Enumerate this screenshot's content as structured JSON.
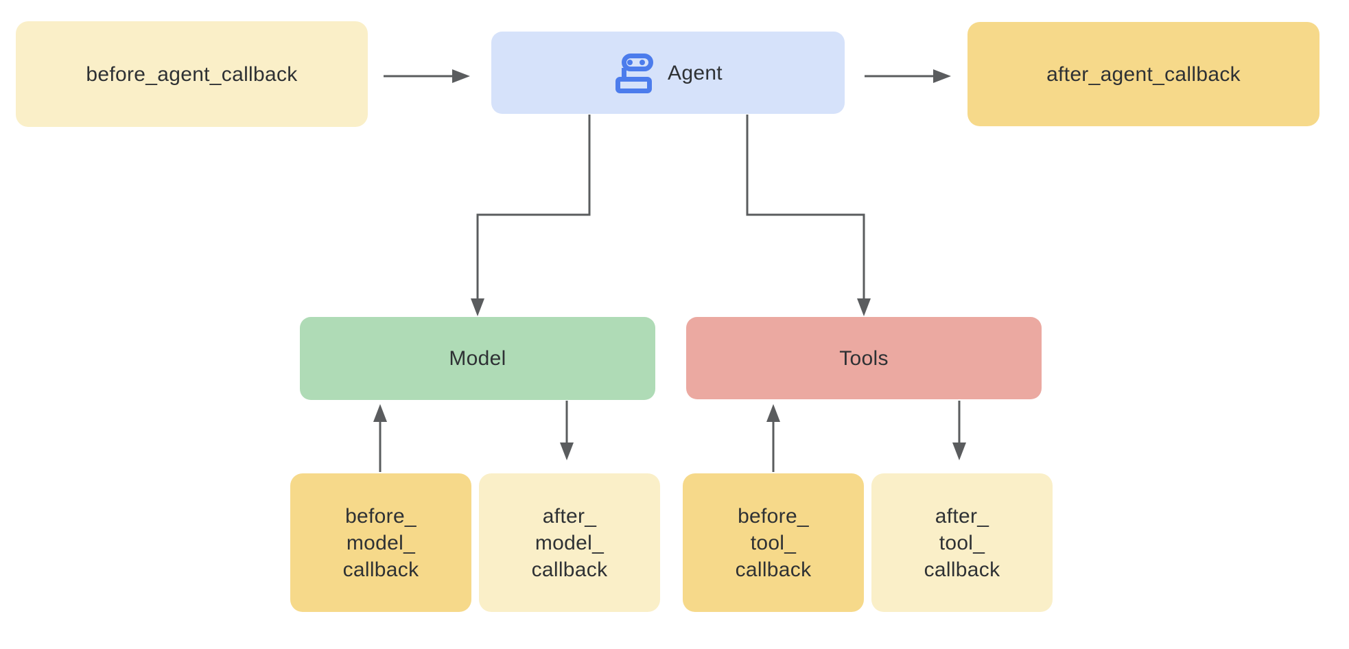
{
  "diagram": {
    "type": "flowchart",
    "background": "#FFFFFF",
    "nodes": {
      "before_agent": {
        "label": "before_agent_callback",
        "fill": "#FAEFC8"
      },
      "agent": {
        "label": "Agent",
        "fill": "#D6E2FA",
        "icon": "robot-icon"
      },
      "after_agent": {
        "label": "after_agent_callback",
        "fill": "#F6D98A"
      },
      "model": {
        "label": "Model",
        "fill": "#AFDBB6"
      },
      "tools": {
        "label": "Tools",
        "fill": "#EBA9A1"
      },
      "before_model": {
        "label": "before_\nmodel_\ncallback",
        "fill": "#F6D98A"
      },
      "after_model": {
        "label": "after_\nmodel_\ncallback",
        "fill": "#FAEFC8"
      },
      "before_tool": {
        "label": "before_\ntool_\ncallback",
        "fill": "#F6D98A"
      },
      "after_tool": {
        "label": "after_\ntool_\ncallback",
        "fill": "#FAEFC8"
      }
    },
    "edges": [
      {
        "from": "before_agent",
        "to": "agent"
      },
      {
        "from": "agent",
        "to": "after_agent"
      },
      {
        "from": "agent",
        "to": "model"
      },
      {
        "from": "agent",
        "to": "tools"
      },
      {
        "from": "before_model",
        "to": "model"
      },
      {
        "from": "model",
        "to": "after_model"
      },
      {
        "from": "before_tool",
        "to": "tools"
      },
      {
        "from": "tools",
        "to": "after_tool"
      }
    ],
    "colors": {
      "arrow": "#5A5C5E",
      "text": "#2E3134",
      "icon_blue": "#4C7CEC"
    }
  }
}
